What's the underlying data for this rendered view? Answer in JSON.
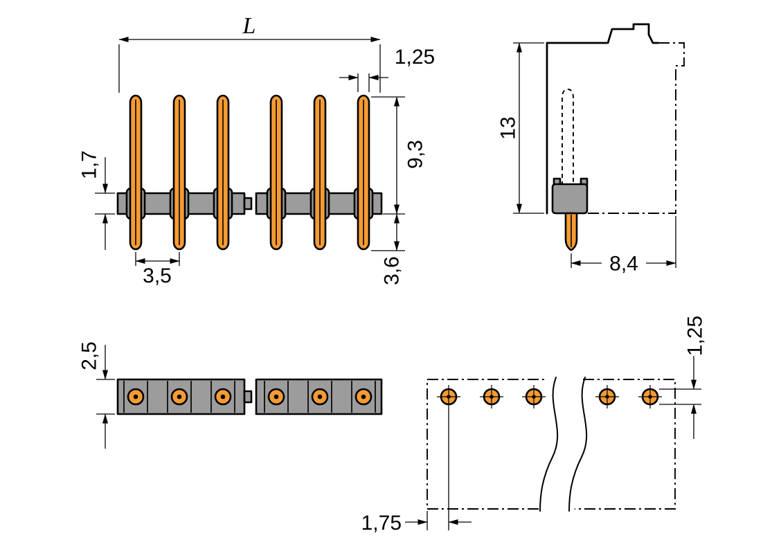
{
  "drawing": {
    "type": "technical-dimension-drawing",
    "product": "THT solder pin strip",
    "colors": {
      "pin": "#F59B33",
      "housing": "#9C9C9C",
      "line": "#000000",
      "background": "#FFFFFF"
    },
    "views": {
      "front": {
        "label": "front-view",
        "dims": {
          "length": "L",
          "pin_width": "1,25",
          "strip_thickness": "1,7",
          "pin_height": "9,3",
          "pitch": "3,5",
          "solder_pin_length": "3,6"
        }
      },
      "side": {
        "label": "side-view",
        "dims": {
          "height": "13",
          "depth": "8,4"
        }
      },
      "top": {
        "label": "top-view",
        "dims": {
          "strip_width": "2,5"
        }
      },
      "footprint": {
        "label": "drilling-plan",
        "dims": {
          "edge_to_first_hole": "1,75",
          "hole_diameter": "1,25"
        }
      }
    }
  }
}
